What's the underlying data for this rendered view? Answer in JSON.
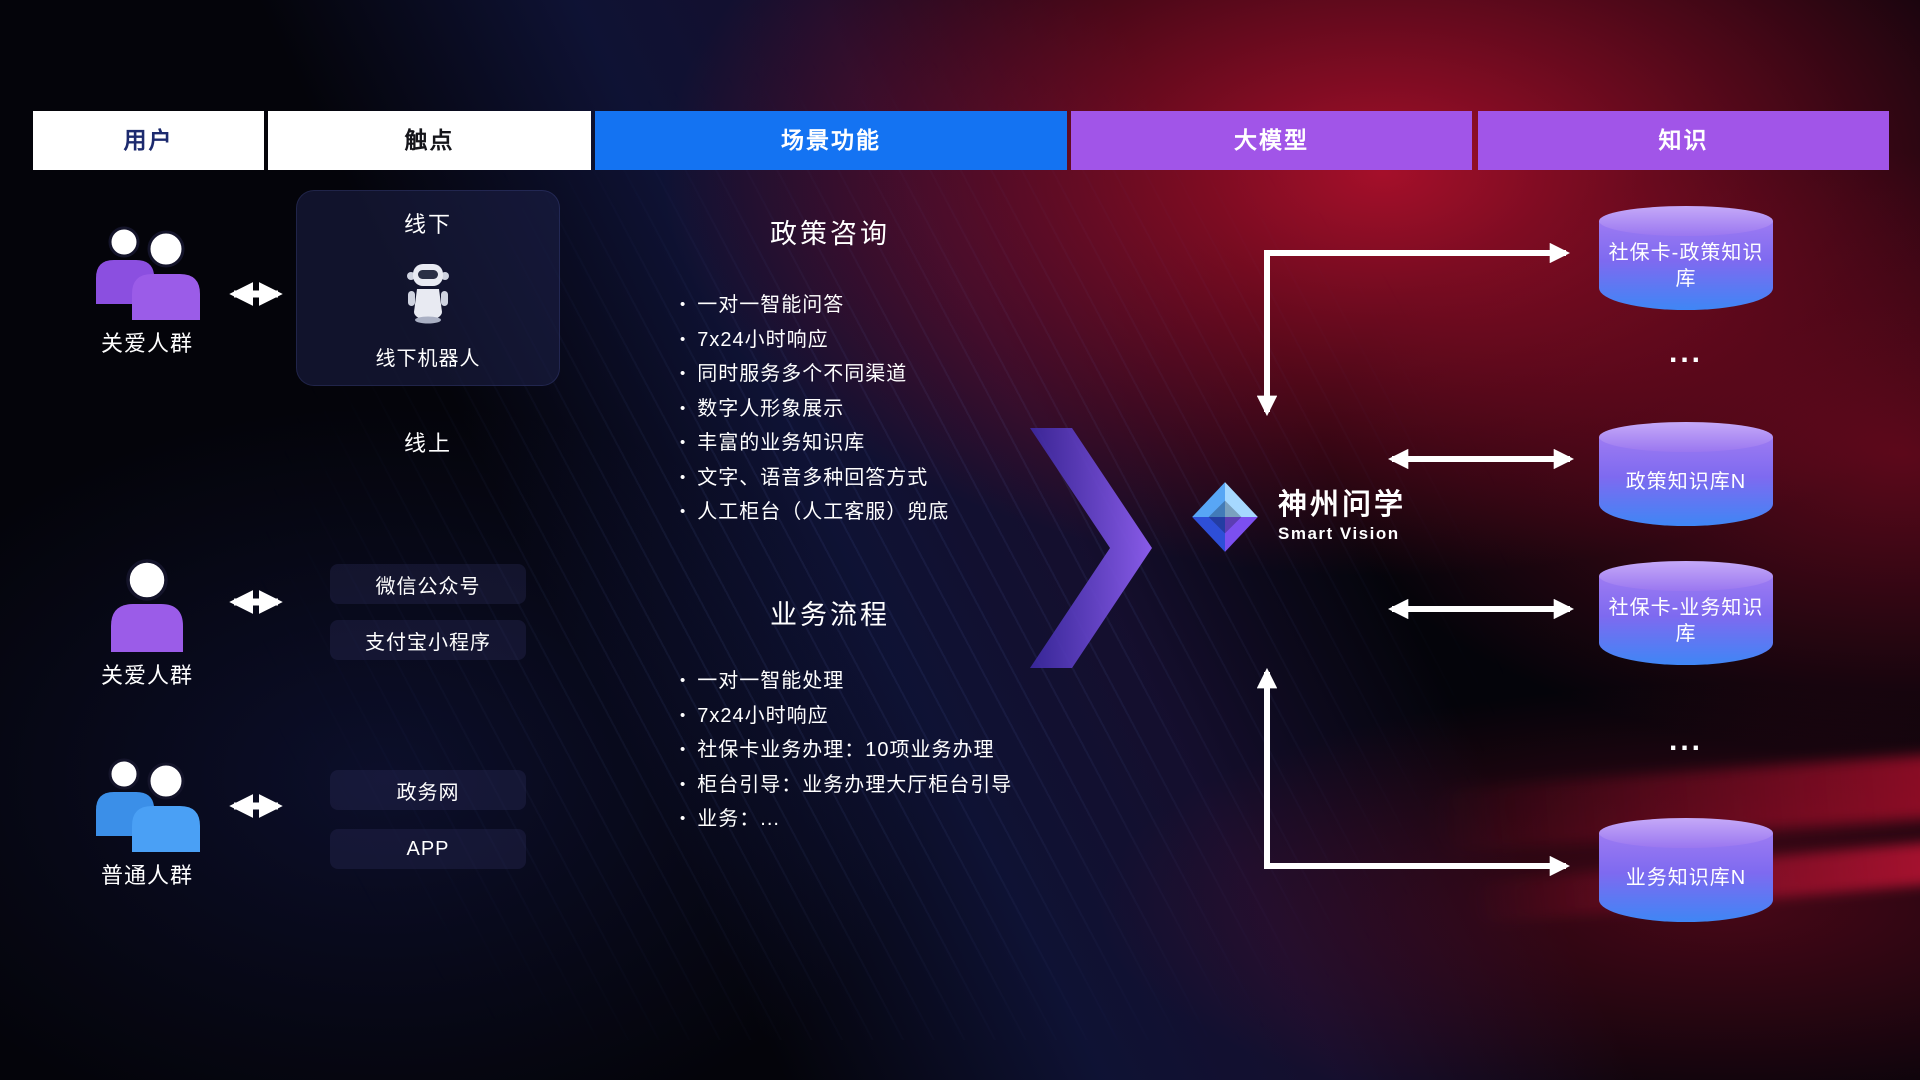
{
  "headers": [
    {
      "label": "用户"
    },
    {
      "label": "触点"
    },
    {
      "label": "场景功能"
    },
    {
      "label": "大模型"
    },
    {
      "label": "知识"
    }
  ],
  "users": [
    {
      "label": "关爱人群",
      "type": "group",
      "color": "#9b5ce8"
    },
    {
      "label": "关爱人群",
      "type": "single",
      "color": "#9b5ce8"
    },
    {
      "label": "普通人群",
      "type": "group",
      "color": "#4aa0f5"
    }
  ],
  "touchpoints": {
    "offline_title": "线下",
    "offline_robot_label": "线下机器人",
    "online_title": "线上",
    "channels": [
      "微信公众号",
      "支付宝小程序",
      "政务网",
      "APP"
    ]
  },
  "scenes": [
    {
      "title": "政策咨询",
      "items": [
        "一对一智能问答",
        "7x24小时响应",
        "同时服务多个不同渠道",
        "数字人形象展示",
        "丰富的业务知识库",
        "文字、语音多种回答方式",
        "人工柜台（人工客服）兜底"
      ]
    },
    {
      "title": "业务流程",
      "items": [
        "一对一智能处理",
        "7x24小时响应",
        "社保卡业务办理：10项业务办理",
        "柜台引导：业务办理大厅柜台引导",
        "业务：..."
      ]
    }
  ],
  "model": {
    "name": "神州问学",
    "subtitle": "Smart Vision"
  },
  "knowledge": [
    {
      "label": "社保卡-政策知识库"
    },
    {
      "label": "..."
    },
    {
      "label": "政策知识库N"
    },
    {
      "label": "社保卡-业务知识库"
    },
    {
      "label": "..."
    },
    {
      "label": "业务知识库N"
    }
  ],
  "colors": {
    "header_blue": "#1473f2",
    "header_purple": "#a155e8",
    "accent_purple": "#9b5ce8",
    "accent_blue": "#4aa0f5",
    "cylinder_top": "#c5a9f8",
    "cylinder_bottom": "#3f86f5",
    "background_red": "#c01232",
    "arrow_white": "#ffffff"
  }
}
